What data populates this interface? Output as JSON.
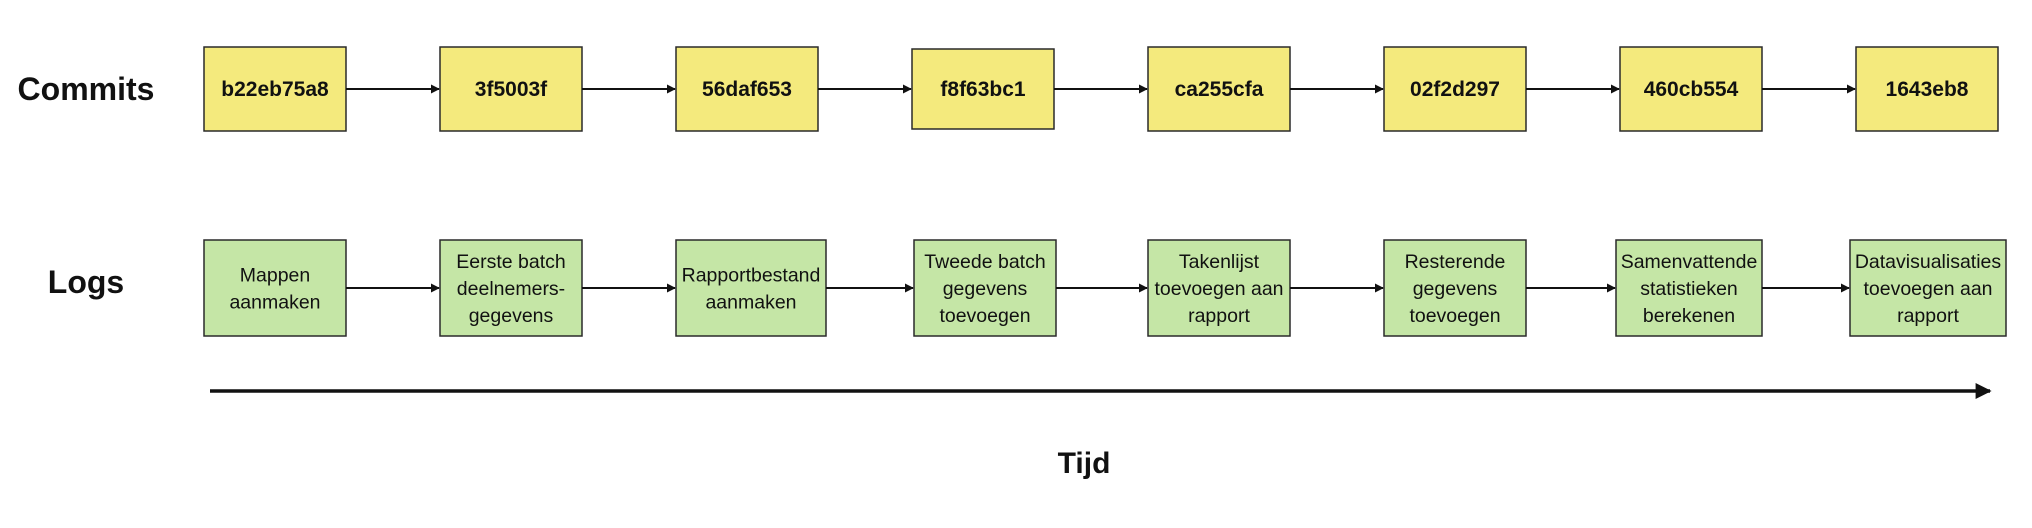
{
  "labels": {
    "commits": "Commits",
    "logs": "Logs",
    "time": "Tijd"
  },
  "commits": [
    "b22eb75a8",
    "3f5003f",
    "56daf653",
    "f8f63bc1",
    "ca255cfa",
    "02f2d297",
    "460cb554",
    "1643eb8"
  ],
  "logs": [
    [
      "Mappen",
      "aanmaken"
    ],
    [
      "Eerste batch",
      "deelnemers-",
      "gegevens"
    ],
    [
      "Rapportbestand",
      "aanmaken"
    ],
    [
      "Tweede batch",
      "gegevens",
      "toevoegen"
    ],
    [
      "Takenlijst",
      "toevoegen aan",
      "rapport"
    ],
    [
      "Resterende",
      "gegevens",
      "toevoegen"
    ],
    [
      "Samenvattende",
      "statistieken",
      "berekenen"
    ],
    [
      "Datavisualisaties",
      "toevoegen aan",
      "rapport"
    ]
  ],
  "colors": {
    "commit_fill": "#f4ea7d",
    "log_fill": "#c5e6a6",
    "stroke": "#2a2a2a"
  }
}
